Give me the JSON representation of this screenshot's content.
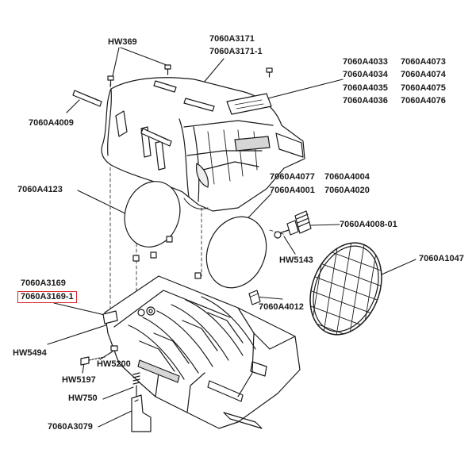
{
  "labels": {
    "hw369": "HW369",
    "a3171": "7060A3171",
    "a3171_1": "7060A3171-1",
    "a4033": "7060A4033",
    "a4034": "7060A4034",
    "a4035": "7060A4035",
    "a4036": "7060A4036",
    "a4073": "7060A4073",
    "a4074": "7060A4074",
    "a4075": "7060A4075",
    "a4076": "7060A4076",
    "a4009": "7060A4009",
    "a4077": "7060A4077",
    "a4004": "7060A4004",
    "a4001": "7060A4001",
    "a4020": "7060A4020",
    "a4123": "7060A4123",
    "a4008_01": "7060A4008-01",
    "hw5143": "HW5143",
    "a1047": "7060A1047",
    "a3169": "7060A3169",
    "a3169_1": "7060A3169-1",
    "a4012": "7060A4012",
    "hw5494": "HW5494",
    "hw5200": "HW5200",
    "hw5197": "HW5197",
    "hw750": "HW750",
    "a3079": "7060A3079"
  },
  "highlighted_part": "7060A3169-1",
  "colors": {
    "highlight": "#d9262b",
    "line": "#1a1a1a",
    "fill": "#ffffff",
    "shade": "#d6d6d6"
  }
}
